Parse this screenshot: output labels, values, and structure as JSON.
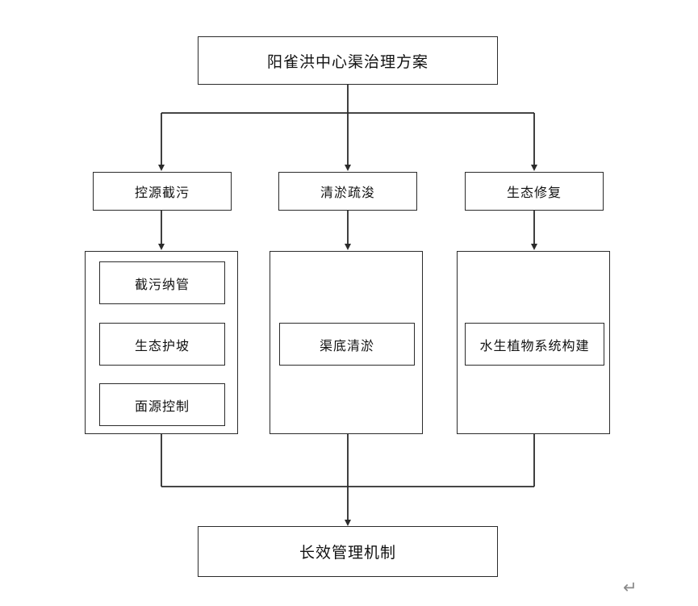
{
  "diagram": {
    "type": "flowchart",
    "orientation": "top-down",
    "title_node": {
      "label": "阳雀洪中心渠治理方案"
    },
    "categories": [
      {
        "label": "控源截污"
      },
      {
        "label": "清淤疏浚"
      },
      {
        "label": "生态修复"
      }
    ],
    "measures": {
      "control_pollution": [
        {
          "label": "截污纳管"
        },
        {
          "label": "生态护坡"
        },
        {
          "label": "面源控制"
        }
      ],
      "dredging": [
        {
          "label": "渠底清淤"
        }
      ],
      "ecological_restoration": [
        {
          "label": "水生植物系统构建"
        }
      ]
    },
    "bottom_node": {
      "label": "长效管理机制"
    },
    "marks": {
      "paragraph_mark": "↵"
    },
    "colors": {
      "background": "#ffffff",
      "stroke": "#2b2b2b",
      "text": "#111111",
      "paragraph_mark": "#8a8a8a"
    }
  }
}
